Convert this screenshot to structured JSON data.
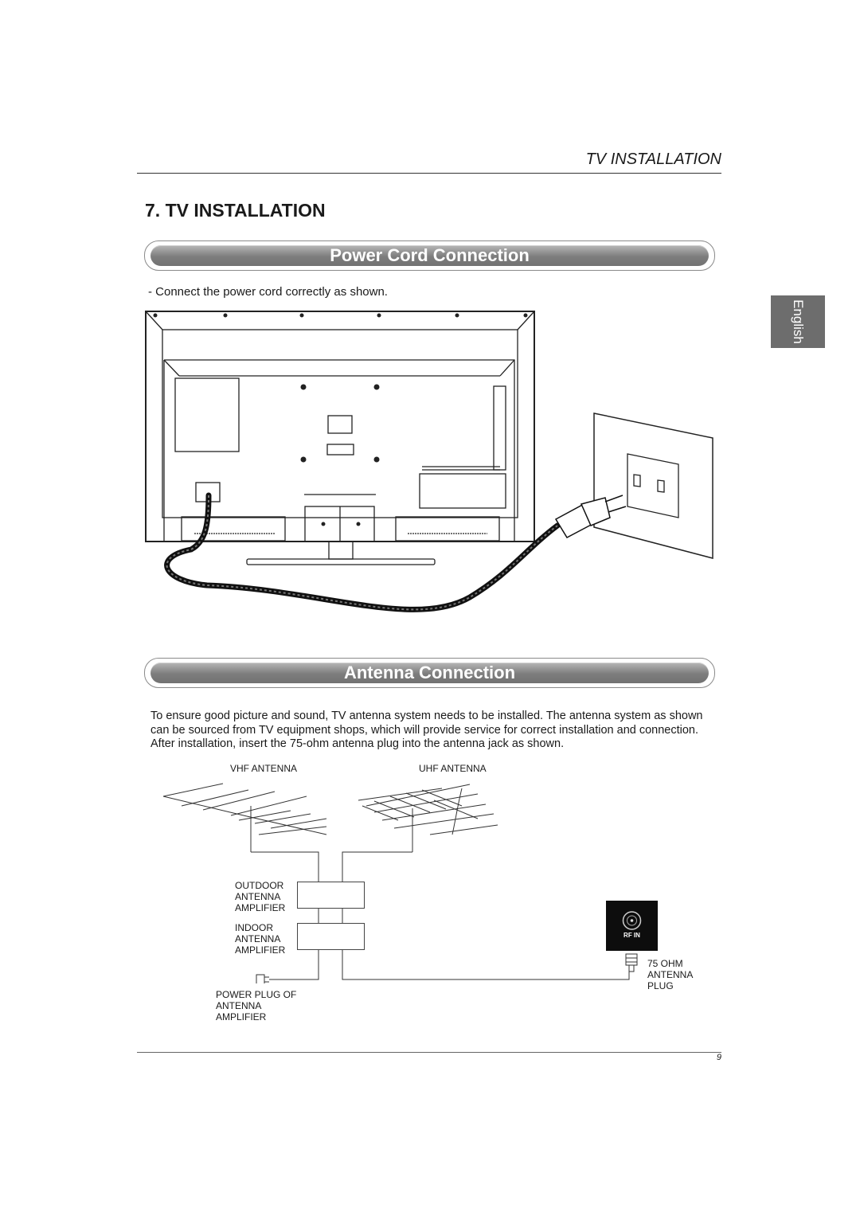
{
  "header": {
    "running_title": "TV INSTALLATION"
  },
  "section": {
    "title": "7. TV INSTALLATION"
  },
  "side_tab": {
    "label": "English"
  },
  "power_cord": {
    "heading": "Power Cord Connection",
    "instruction": "- Connect the power cord correctly as shown."
  },
  "antenna": {
    "heading": "Antenna Connection",
    "paragraph": "To ensure good picture and sound, TV antenna system needs to be installed. The antenna system as shown can be sourced from TV equipment shops, which will provide service for correct installation and connection. After installation, insert the 75-ohm antenna plug into the antenna jack as shown.",
    "labels": {
      "vhf": "VHF  ANTENNA",
      "uhf": "UHF  ANTENNA",
      "outdoor": "OUTDOOR\nANTENNA\nAMPLIFIER",
      "indoor": "INDOOR\nANTENNA\nAMPLIFIER",
      "power_plug": "POWER   PLUG   OF\nANTENNA\nAMPLIFIER",
      "ohm_plug": "75  OHM\nANTENNA\nPLUG",
      "rf_in": "RF IN"
    }
  },
  "footer": {
    "page_number": "9"
  }
}
